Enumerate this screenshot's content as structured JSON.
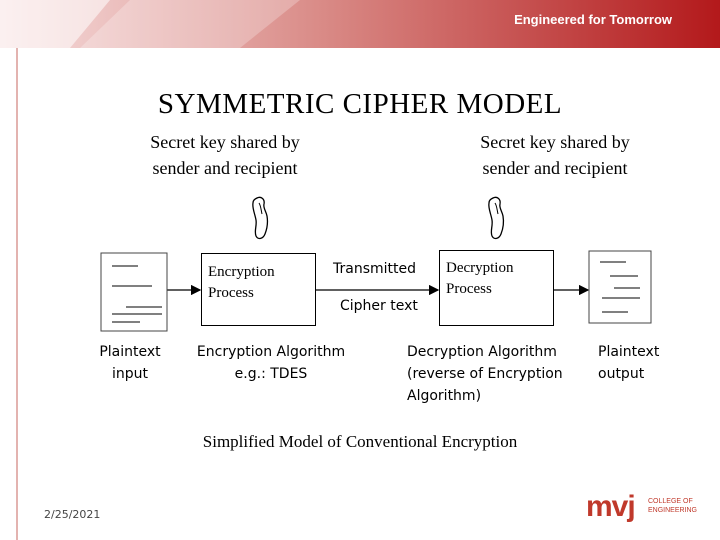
{
  "header": {
    "banner_text": "Engineered for Tomorrow",
    "accent": "#c0392b"
  },
  "title": "SYMMETRIC CIPHER MODEL",
  "key_left": {
    "line1": "Secret key shared by",
    "line2": "sender and recipient"
  },
  "key_right": {
    "line1": "Secret key shared by",
    "line2": "sender and recipient"
  },
  "encryption": {
    "line1": "Encryption",
    "line2": "Process"
  },
  "decryption": {
    "line1": "Decryption",
    "line2": "Process"
  },
  "transmitted": "Transmitted",
  "cipher_text": "Cipher text",
  "plaintext_input": {
    "line1": "Plaintext",
    "line2": "input"
  },
  "enc_algo": {
    "line1": "Encryption Algorithm",
    "line2": "e.g.: TDES"
  },
  "dec_algo": {
    "line1": "Decryption Algorithm",
    "line2": "(reverse of Encryption",
    "line3": "Algorithm)"
  },
  "plaintext_output": {
    "line1": "Plaintext",
    "line2": "output"
  },
  "subtitle": "Simplified Model of Conventional Encryption",
  "footer": {
    "date": "2/25/2021",
    "logo": "mvj",
    "logo_sub1": "COLLEGE OF",
    "logo_sub2": "ENGINEERING"
  }
}
